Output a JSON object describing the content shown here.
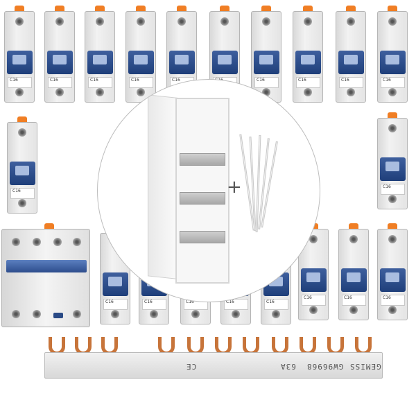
{
  "breaker_label": "C16",
  "product": {
    "circle_plus": "+",
    "busbar_brand": "GEMISS",
    "busbar_code": "GW96968",
    "busbar_rating": "63A",
    "busbar_marks": "CE"
  },
  "colors": {
    "handle_orange": "#f07e24",
    "lever_blue": "#2d4d8d",
    "copper": "#c7743a",
    "housing_grey": "#e4e4e4"
  }
}
